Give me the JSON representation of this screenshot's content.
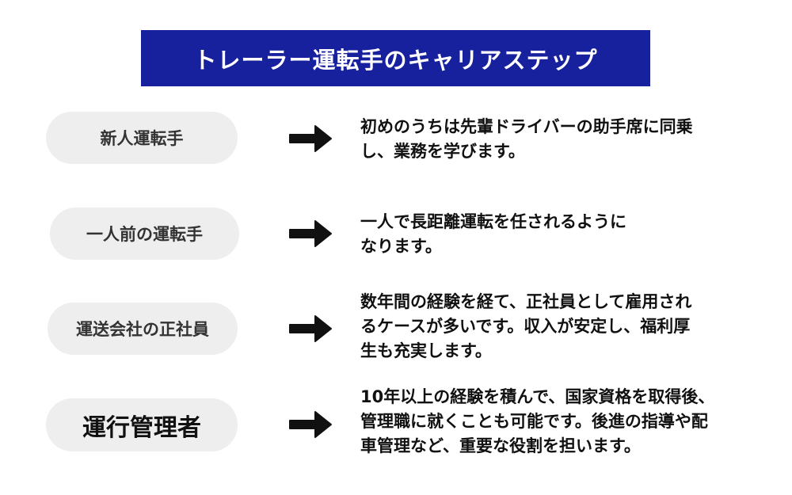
{
  "header": {
    "title": "トレーラー運転手のキャリアステップ"
  },
  "colors": {
    "banner_bg": "#17209D",
    "pill_bg": "#EEEEEE",
    "arrow": "#111111"
  },
  "steps": [
    {
      "label": "新人運転手",
      "icon": "arrow-right-icon",
      "description": "初めのうちは先輩ドライバーの助手席に同乗\nし、業務を学びます。"
    },
    {
      "label": "一人前の運転手",
      "icon": "arrow-right-icon",
      "description": "一人で長距離運転を任されるように\nなります。"
    },
    {
      "label": "運送会社の正社員",
      "icon": "arrow-right-icon",
      "description": "数年間の経験を経て、正社員として雇用され\nるケースが多いです。収入が安定し、福利厚\n生も充実します。"
    },
    {
      "label": "運行管理者",
      "icon": "arrow-right-icon",
      "description": "10年以上の経験を積んで、国家資格を取得後、\n管理職に就くことも可能です。後進の指導や配\n車管理など、重要な役割を担います。"
    }
  ]
}
